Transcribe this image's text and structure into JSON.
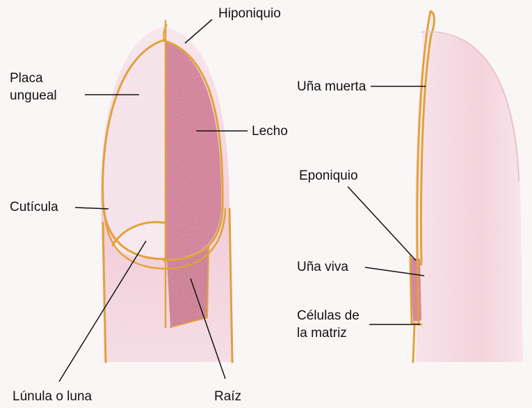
{
  "labels": {
    "hiponiquio": "Hiponiquio",
    "placa_ungueal_line1": "Placa",
    "placa_ungueal_line2": "ungueal",
    "lecho": "Lecho",
    "cuticula": "Cutícula",
    "lunula": "Lúnula o luna",
    "raiz": "Raíz",
    "una_muerta": "Uña muerta",
    "eponiquio": "Eponiquio",
    "una_viva": "Uña viva",
    "celulas_line1": "Células de",
    "celulas_line2": "la matriz"
  },
  "colors": {
    "skin": "#f2cfd8",
    "skin_light": "#f8e6ec",
    "nail_bed": "#c8507a",
    "nail_bed_dark": "#b03c68",
    "outline": "#e3a83a",
    "leader": "#111111",
    "background": "#fbf6f6"
  }
}
